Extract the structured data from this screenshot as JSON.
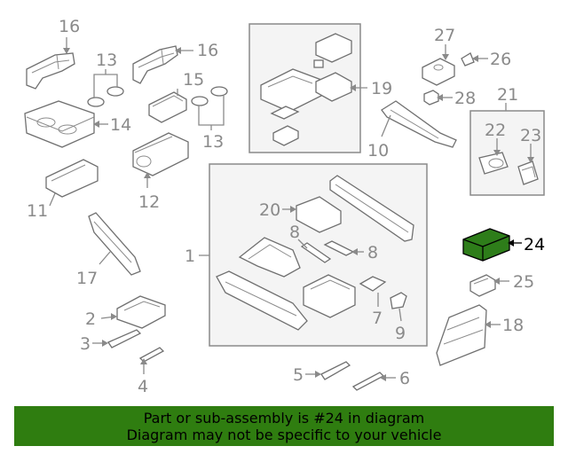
{
  "footer": {
    "line1": "Part or sub-assembly is #24 in diagram",
    "line2": "Diagram may not be specific to your vehicle",
    "background": "#2f7d10",
    "text_color": "#000000"
  },
  "highlight": {
    "part_number": "24",
    "color": "#2e7d1a"
  },
  "callouts": {
    "c1": "1",
    "c2": "2",
    "c3": "3",
    "c4": "4",
    "c5": "5",
    "c6": "6",
    "c7": "7",
    "c8a": "8",
    "c8b": "8",
    "c9": "9",
    "c10": "10",
    "c11": "11",
    "c12": "12",
    "c13a": "13",
    "c13b": "13",
    "c14": "14",
    "c15": "15",
    "c16a": "16",
    "c16b": "16",
    "c17": "17",
    "c18": "18",
    "c19": "19",
    "c20": "20",
    "c21": "21",
    "c22": "22",
    "c23": "23",
    "c24": "24",
    "c25": "25",
    "c26": "26",
    "c27": "27",
    "c28": "28"
  },
  "colors": {
    "callout_text": "#8a8a8a",
    "box_fill": "#f4f4f4",
    "line": "#707070"
  }
}
